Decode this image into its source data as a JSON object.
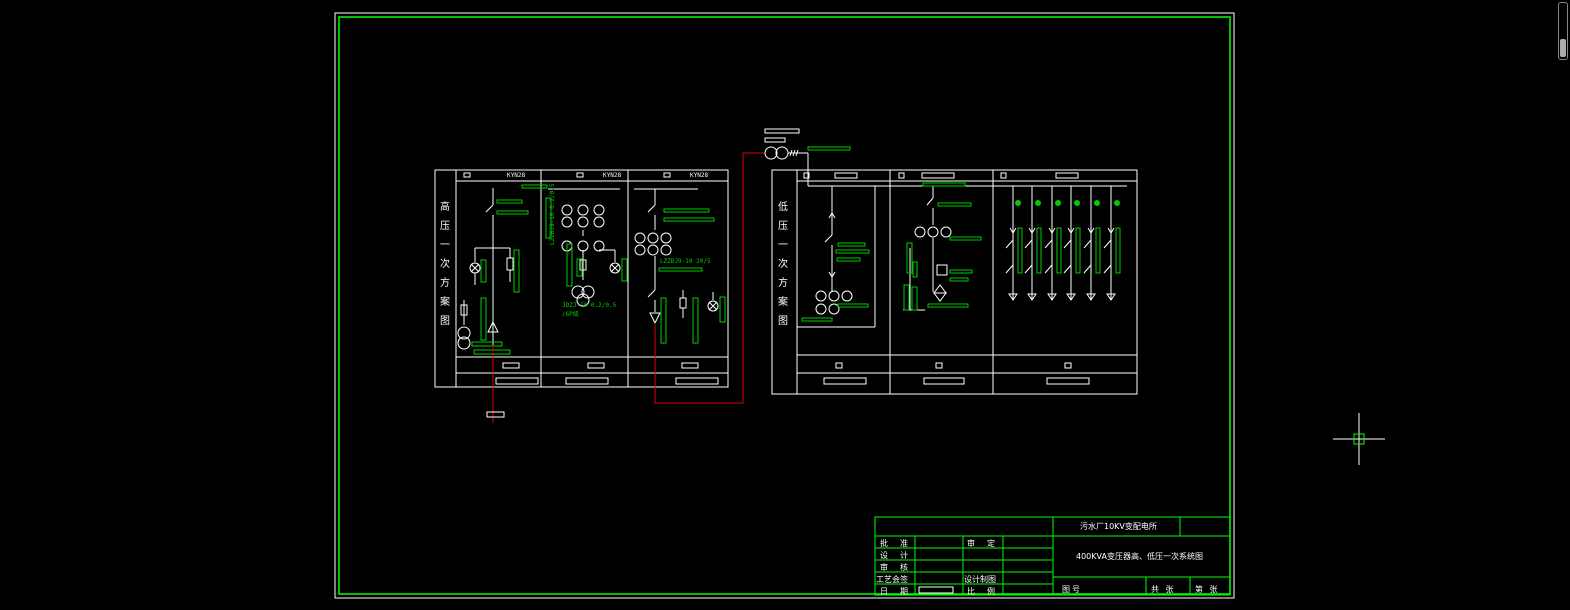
{
  "diagram": {
    "hv_label": [
      "高",
      "压",
      "一",
      "次",
      "方",
      "案",
      "图"
    ],
    "lv_label": [
      "低",
      "压",
      "一",
      "次",
      "方",
      "案",
      "图"
    ],
    "hv_cabinets": [
      "KYN28",
      "KYN28",
      "KYN28"
    ],
    "ct_label_1": "LZZBJ9-10 0.2/0.5",
    "pt_label": "JDZJ-10 0.2/0.5",
    "pt_label_2": "/6P级",
    "ct_label_2": "LZZBJ9-10 20/5"
  },
  "title_block": {
    "project": "污水厂10KV变配电所",
    "drawing_title": "400KVA变压器高、低压一次系统图",
    "rows": [
      {
        "left": "批　准",
        "mid": "审　定"
      },
      {
        "left": "设　计",
        "mid": ""
      },
      {
        "left": "审　核",
        "mid": ""
      },
      {
        "left": "工艺会签",
        "mid": "设计制图"
      },
      {
        "left": "日　期",
        "mid": "比　例"
      }
    ],
    "drawing_no": "图号",
    "sheets_total": "共 张",
    "sheet_no": "第 张"
  },
  "colors": {
    "frame": "#ffffff",
    "green": "#00cc00",
    "red": "#dd0000",
    "titleblock": "#00ff00"
  }
}
